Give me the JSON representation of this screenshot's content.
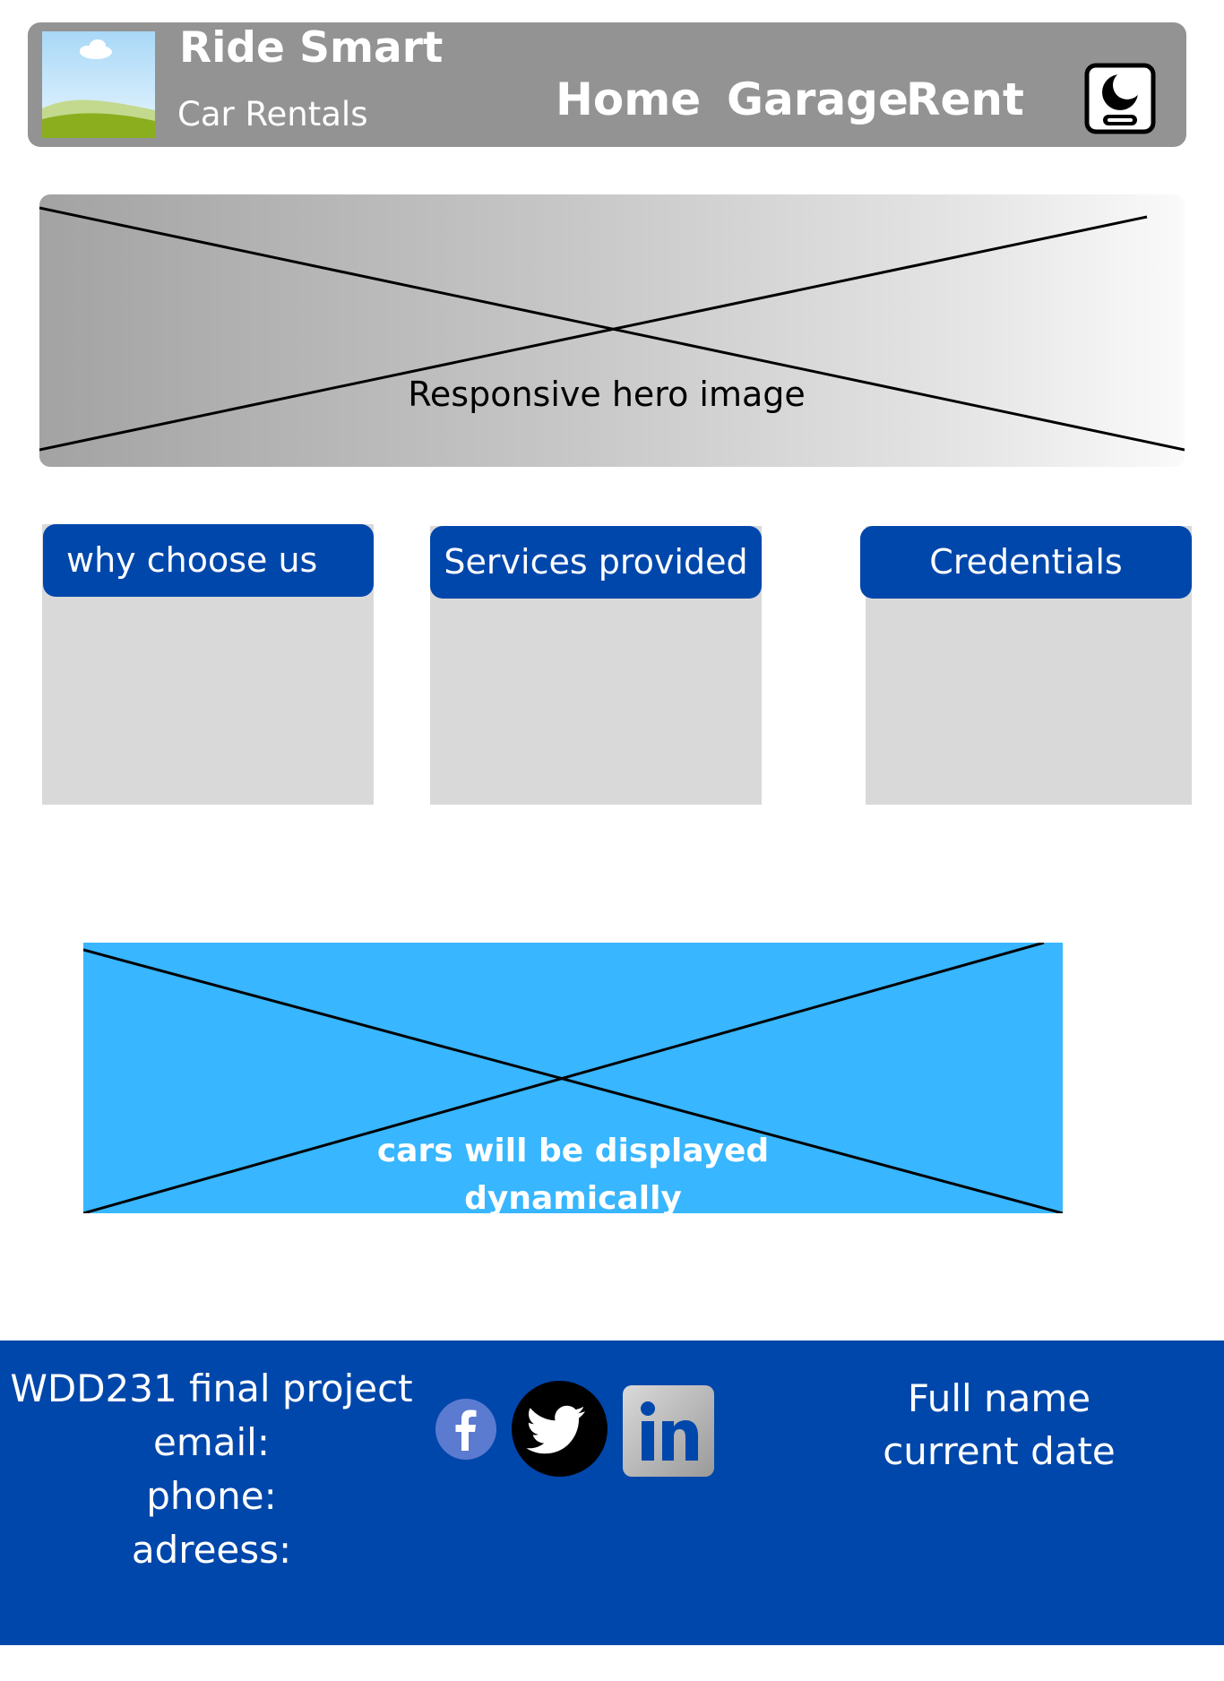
{
  "header": {
    "title": "Ride Smart",
    "subtitle": "Car Rentals",
    "nav": [
      {
        "label": "Home"
      },
      {
        "label": "Garage"
      },
      {
        "label": "Rent"
      }
    ],
    "logo_icon": "landscape-image-icon",
    "toggle_icon": "dark-mode-moon-icon"
  },
  "hero": {
    "caption": "Responsive hero image"
  },
  "cards": [
    {
      "heading": "why choose us"
    },
    {
      "heading": "Services provided"
    },
    {
      "heading": "Credentials"
    }
  ],
  "cars": {
    "caption_line1": "cars will be displayed",
    "caption_line2": "dynamically"
  },
  "footer": {
    "left": [
      "WDD231 final project",
      "email:",
      "phone:",
      "adreess:"
    ],
    "right": [
      "Full name",
      "current date"
    ],
    "social": [
      {
        "icon": "facebook-icon"
      },
      {
        "icon": "twitter-icon"
      },
      {
        "icon": "linkedin-icon"
      }
    ]
  },
  "colors": {
    "header_bg": "#939393",
    "accent_blue": "#0047ab",
    "cars_bg": "#38b6ff",
    "card_bg": "#d9d9d9"
  }
}
